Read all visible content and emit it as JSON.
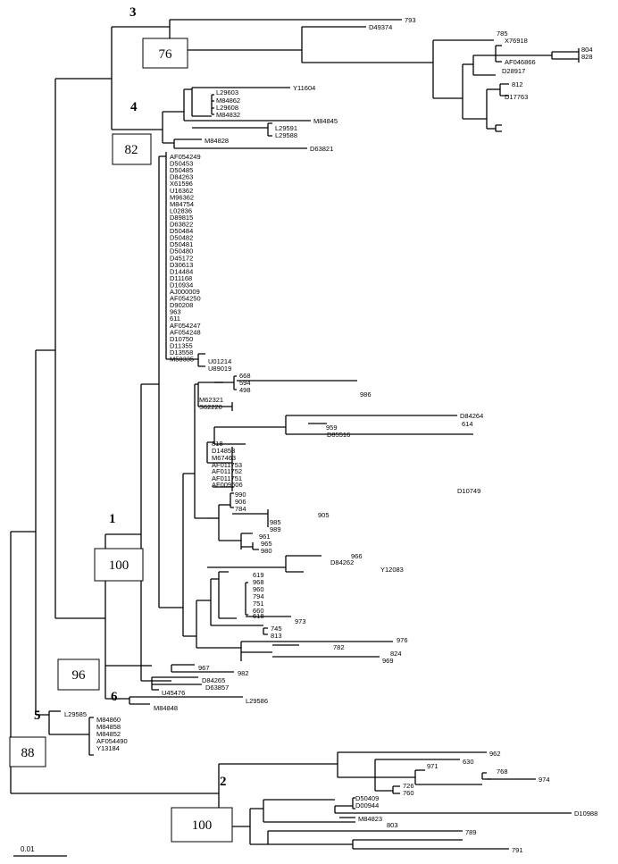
{
  "group_labels": [
    "3",
    "4",
    "1",
    "6",
    "5",
    "2"
  ],
  "bootstrap": [
    "76",
    "82",
    "100",
    "96",
    "88",
    "100"
  ],
  "scale_bar": "0.01",
  "clade3_leaves": [
    "793",
    "D49374",
    "785",
    "X76918",
    "804",
    "828",
    "AF046866",
    "D28917",
    "812",
    "D17763"
  ],
  "clade4_leaves": [
    "Y11604",
    "L29603",
    "M84862",
    "L29608",
    "M84832",
    "M84845",
    "L29591",
    "L29588",
    "M84828",
    "D63821"
  ],
  "clade1_list": [
    "AF054249",
    "D50453",
    "D50485",
    "D84263",
    "X61596",
    "U16362",
    "M96362",
    "M84754",
    "L02836",
    "D89815",
    "D63822",
    "D50484",
    "D50482",
    "D50481",
    "D50480",
    "D45172",
    "D30613",
    "D14484",
    "D11168",
    "D10934",
    "AJ000009",
    "AF054250",
    "D90208",
    "963",
    "611",
    "AF054247",
    "AF054248",
    "D10750",
    "D11355",
    "D13558",
    "M58335"
  ],
  "clade1_leaves": [
    "U01214",
    "U89019",
    "668",
    "594",
    "498",
    "986",
    "M62321",
    "S62220",
    "D84264",
    "614",
    "959",
    "D85516",
    "818",
    "D14853",
    "M67463",
    "AF011753",
    "AF011752",
    "AF011751",
    "AF009606",
    "D10749",
    "990",
    "906",
    "784",
    "905",
    "985",
    "989",
    "961",
    "965",
    "980",
    "966",
    "D84262",
    "Y12083",
    "619",
    "968",
    "960",
    "794",
    "751",
    "660",
    "618",
    "973",
    "745",
    "813",
    "976",
    "782",
    "824",
    "969",
    "967",
    "982",
    "D84265",
    "D63857",
    "U45476"
  ],
  "clade6_leaves": [
    "L29586",
    "M84848"
  ],
  "clade5_leaves": [
    "L29585",
    "M84860",
    "M84858",
    "M84852",
    "AF054490",
    "Y13184"
  ],
  "clade2_leaves": [
    "962",
    "630",
    "971",
    "768",
    "974",
    "726",
    "760",
    "D50409",
    "D00944",
    "D10988",
    "M84823",
    "803",
    "789",
    "791"
  ]
}
